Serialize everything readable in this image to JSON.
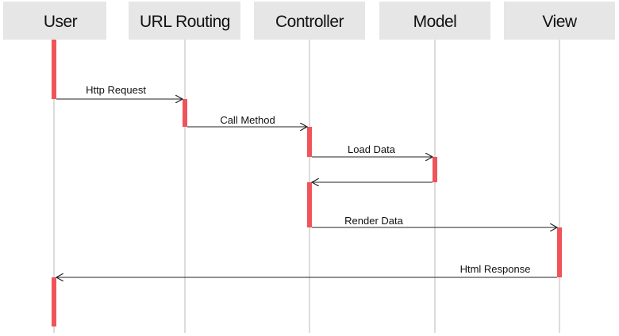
{
  "diagram": {
    "type": "sequence",
    "colors": {
      "header_bg": "#e6e6e6",
      "lifeline": "#dcdcdc",
      "activation": "#f0545a",
      "arrow": "#222222",
      "text": "#111111"
    },
    "actors": [
      {
        "label": "User"
      },
      {
        "label": "URL Routing"
      },
      {
        "label": "Controller"
      },
      {
        "label": "Model"
      },
      {
        "label": "View"
      }
    ],
    "messages": [
      {
        "from": "User",
        "to": "URL Routing",
        "label": "Http Request"
      },
      {
        "from": "URL Routing",
        "to": "Controller",
        "label": "Call Method"
      },
      {
        "from": "Controller",
        "to": "Model",
        "label": "Load Data"
      },
      {
        "from": "Model",
        "to": "Controller",
        "label": ""
      },
      {
        "from": "Controller",
        "to": "View",
        "label": "Render Data"
      },
      {
        "from": "View",
        "to": "User",
        "label": "Html Response"
      }
    ]
  }
}
